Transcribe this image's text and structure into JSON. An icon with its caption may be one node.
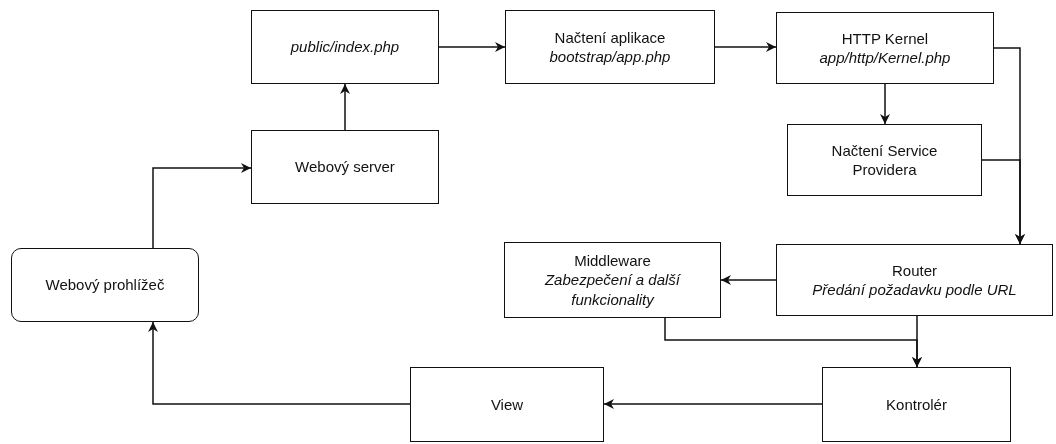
{
  "diagram": {
    "nodes": [
      {
        "text": [
          "public/index.php"
        ]
      },
      {
        "text": [
          "Načtení aplikace",
          "bootstrap/app.php"
        ]
      },
      {
        "text": [
          "HTTP Kernel",
          "app/http/Kernel.php"
        ]
      },
      {
        "text": [
          "Webový server"
        ]
      },
      {
        "text": [
          "Načtení Service Providera"
        ]
      },
      {
        "text": [
          "Webový prohlížeč"
        ]
      },
      {
        "text": [
          "Middleware",
          "Zabezpečení a další funkcionality"
        ]
      },
      {
        "text": [
          "Router",
          "Předání požadavku podle URL"
        ]
      },
      {
        "text": [
          "View"
        ]
      },
      {
        "text": [
          "Kontrolér"
        ]
      }
    ],
    "edges": [
      {
        "from": 5,
        "to": 3,
        "arrow": "to"
      },
      {
        "from": 3,
        "to": 0,
        "arrow": "to"
      },
      {
        "from": 0,
        "to": 1,
        "arrow": "to"
      },
      {
        "from": 1,
        "to": 2,
        "arrow": "to"
      },
      {
        "from": 2,
        "to": 4,
        "arrow": "to"
      },
      {
        "from": 2,
        "to": 7,
        "arrow": "to"
      },
      {
        "from": 4,
        "to": 7,
        "arrow": "to"
      },
      {
        "from": 7,
        "to": 6,
        "arrow": "to"
      },
      {
        "from": 7,
        "to": 9,
        "arrow": "to"
      },
      {
        "from": 6,
        "to": 9,
        "arrow": "to"
      },
      {
        "from": 9,
        "to": 8,
        "arrow": "to"
      },
      {
        "from": 8,
        "to": 5,
        "arrow": "to"
      }
    ]
  }
}
